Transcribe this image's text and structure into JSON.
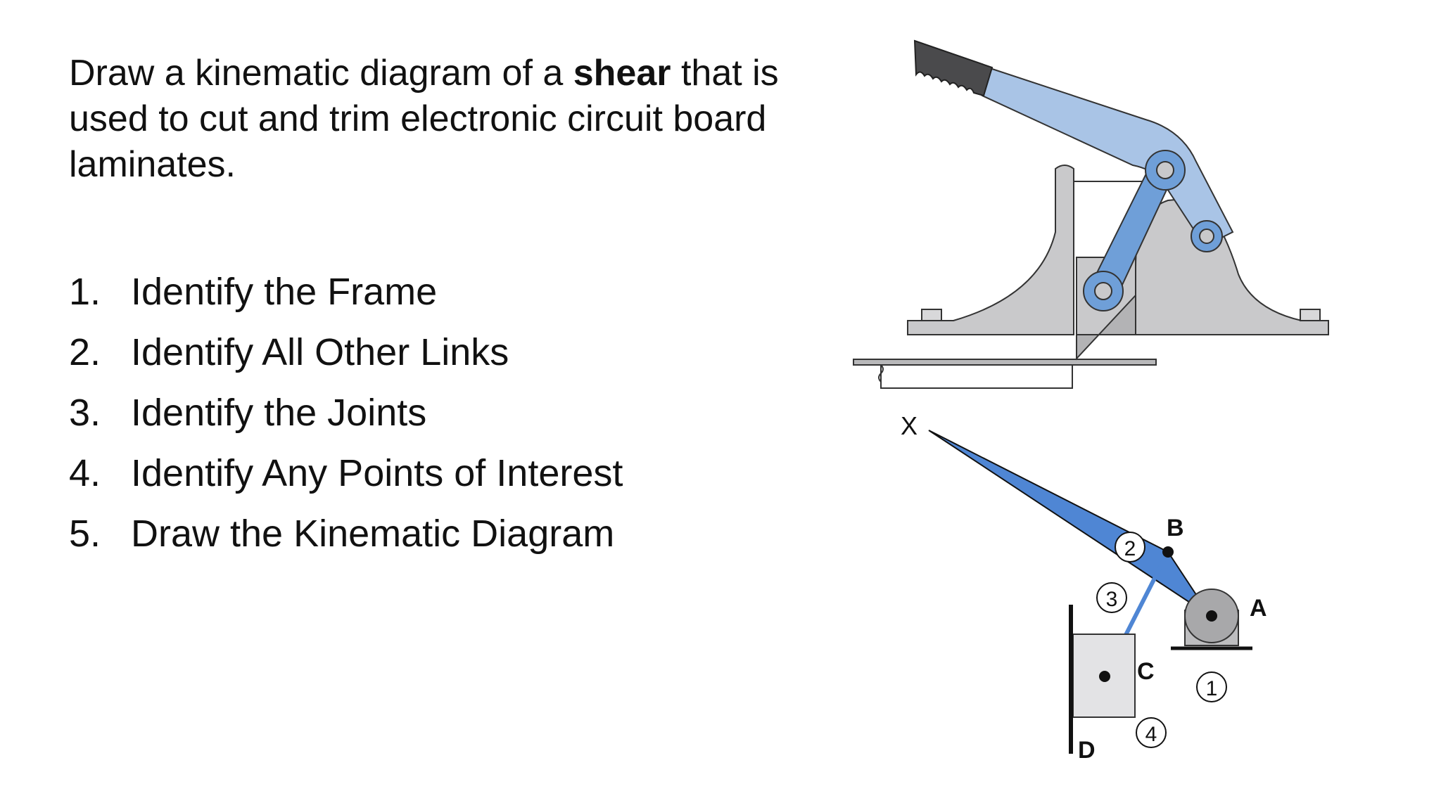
{
  "prompt": {
    "part1": "Draw a kinematic diagram of a ",
    "emphasis": "shear",
    "part2": " that is used to cut and trim electronic circuit board laminates."
  },
  "steps": [
    {
      "num": "1.",
      "text": "Identify the Frame"
    },
    {
      "num": "2.",
      "text": "Identify All Other Links"
    },
    {
      "num": "3.",
      "text": "Identify the Joints"
    },
    {
      "num": "4.",
      "text": "Identify Any Points of Interest"
    },
    {
      "num": "5.",
      "text": "Draw the Kinematic Diagram"
    }
  ],
  "diagram": {
    "point_labels": {
      "x": "X",
      "a": "A",
      "b": "B",
      "c": "C",
      "d": "D"
    },
    "link_numbers": {
      "link1": "1",
      "link2": "2",
      "link3": "3",
      "link4": "4"
    },
    "colors": {
      "link_blue": "#6f9fd8",
      "link_blue_light": "#a9c4e6",
      "frame_gray": "#c9c9cb",
      "outline": "#222222"
    }
  }
}
